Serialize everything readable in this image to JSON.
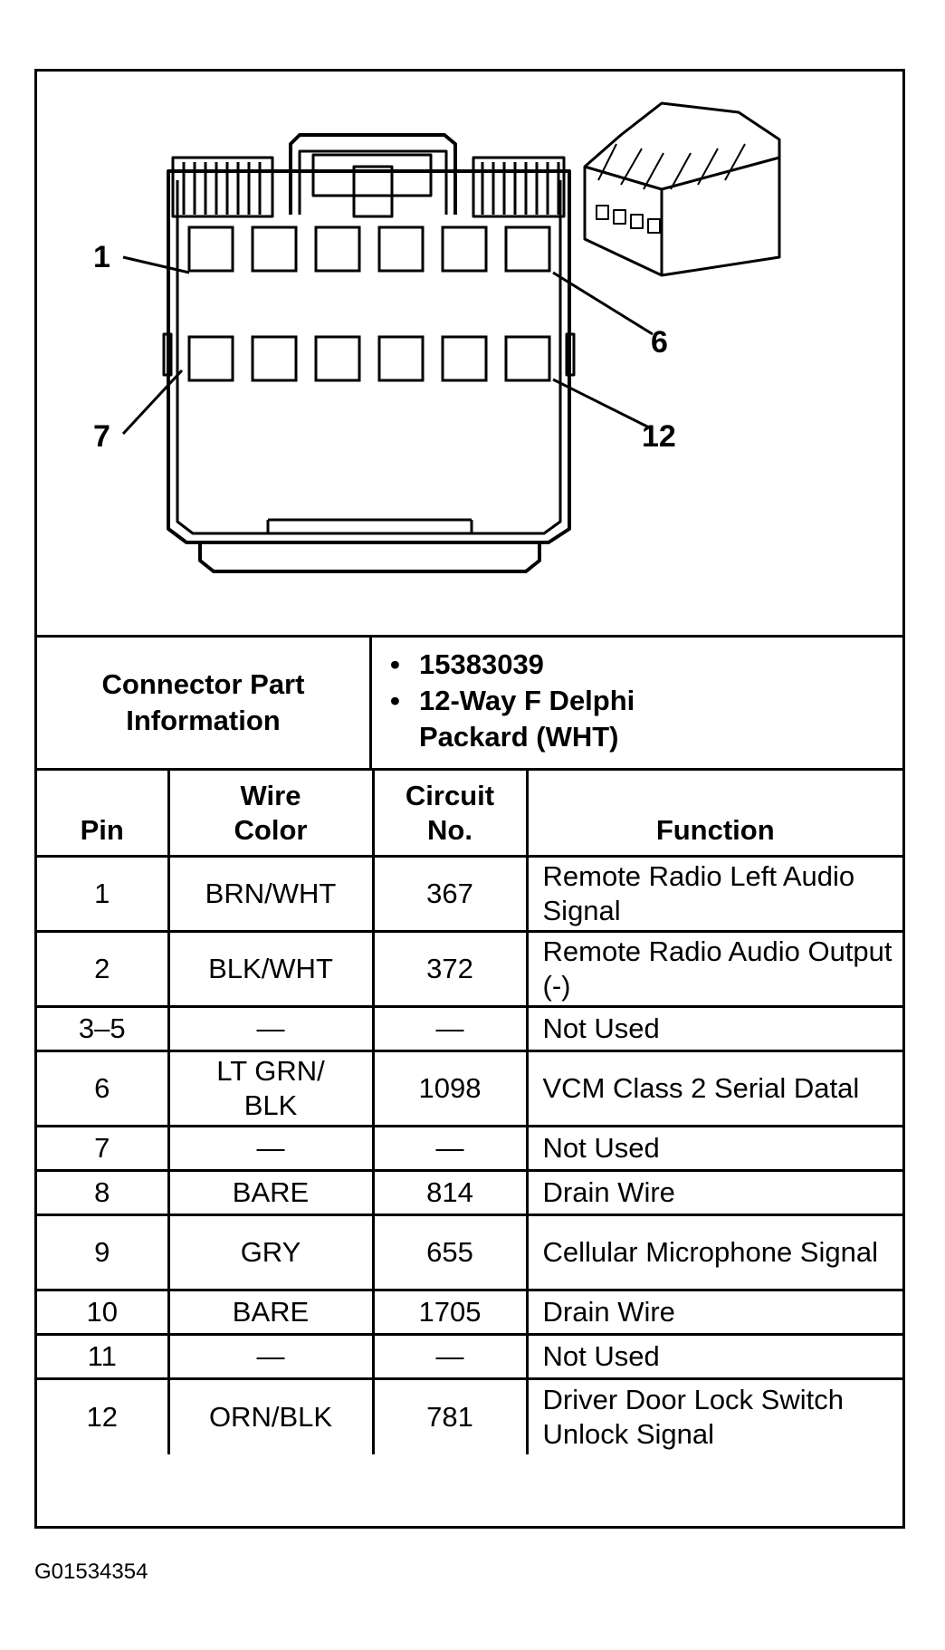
{
  "connector": {
    "pin_callouts": [
      "1",
      "6",
      "7",
      "12"
    ],
    "part_info_label": "Connector Part Information",
    "part_info": [
      "15383039",
      "12-Way F Delphi Packard (WHT)"
    ]
  },
  "table": {
    "headers": {
      "pin": "Pin",
      "wire_color": "Wire Color",
      "circuit": "Circuit No.",
      "function": "Function"
    },
    "rows": [
      {
        "pin": "1",
        "wire": "BRN/WHT",
        "circuit": "367",
        "function": "Remote Radio Left Audio Signal"
      },
      {
        "pin": "2",
        "wire": "BLK/WHT",
        "circuit": "372",
        "function": "Remote Radio Audio Output (-)"
      },
      {
        "pin": "3–5",
        "wire": "—",
        "circuit": "—",
        "function": "Not Used"
      },
      {
        "pin": "6",
        "wire": "LT GRN/ BLK",
        "circuit": "1098",
        "function": "VCM Class 2 Serial Datal"
      },
      {
        "pin": "7",
        "wire": "—",
        "circuit": "—",
        "function": "Not Used"
      },
      {
        "pin": "8",
        "wire": "BARE",
        "circuit": "814",
        "function": "Drain Wire"
      },
      {
        "pin": "9",
        "wire": "GRY",
        "circuit": "655",
        "function": "Cellular Microphone Signal"
      },
      {
        "pin": "10",
        "wire": "BARE",
        "circuit": "1705",
        "function": "Drain Wire"
      },
      {
        "pin": "11",
        "wire": "—",
        "circuit": "—",
        "function": "Not Used"
      },
      {
        "pin": "12",
        "wire": "ORN/BLK",
        "circuit": "781",
        "function": "Driver Door Lock Switch Unlock Signal"
      }
    ]
  },
  "figure_code": "G01534354"
}
